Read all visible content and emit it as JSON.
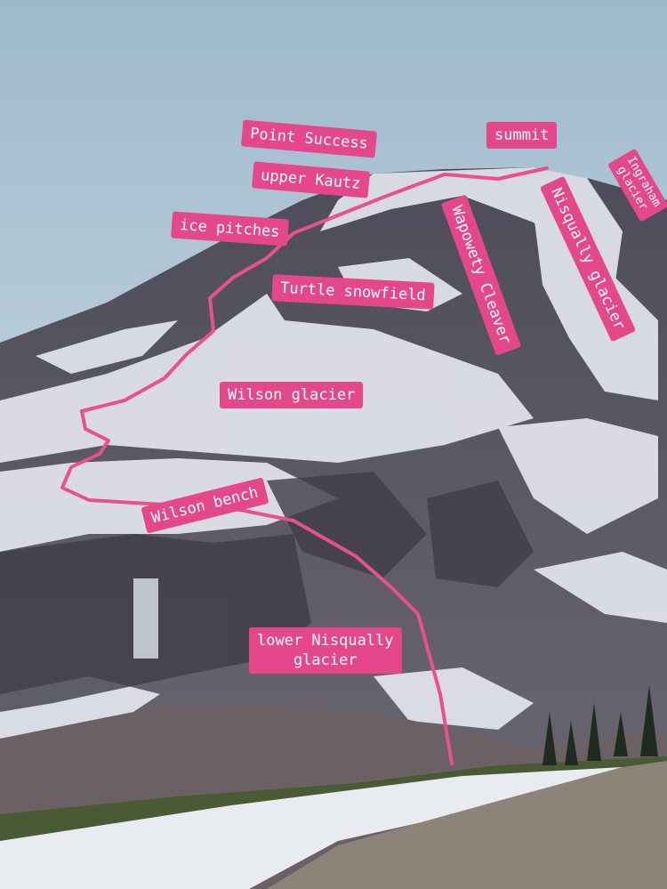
{
  "labels": {
    "point_success": "Point Success",
    "summit": "summit",
    "upper_kautz": "upper Kautz",
    "ingraham_1": "Ingraham",
    "ingraham_2": "glacier",
    "ice_pitches": "ice pitches",
    "wapowety_cleaver": "Wapowety Cleaver",
    "nisqually_glacier": "Nisqually glacier",
    "turtle_snowfield": "Turtle snowfield",
    "wilson_glacier": "Wilson glacier",
    "wilson_bench": "Wilson bench",
    "lower_nisqually_1": "lower Nisqually",
    "lower_nisqually_2": "glacier"
  },
  "colors": {
    "label_bg": "#e5488a",
    "route": "#e8508e"
  }
}
